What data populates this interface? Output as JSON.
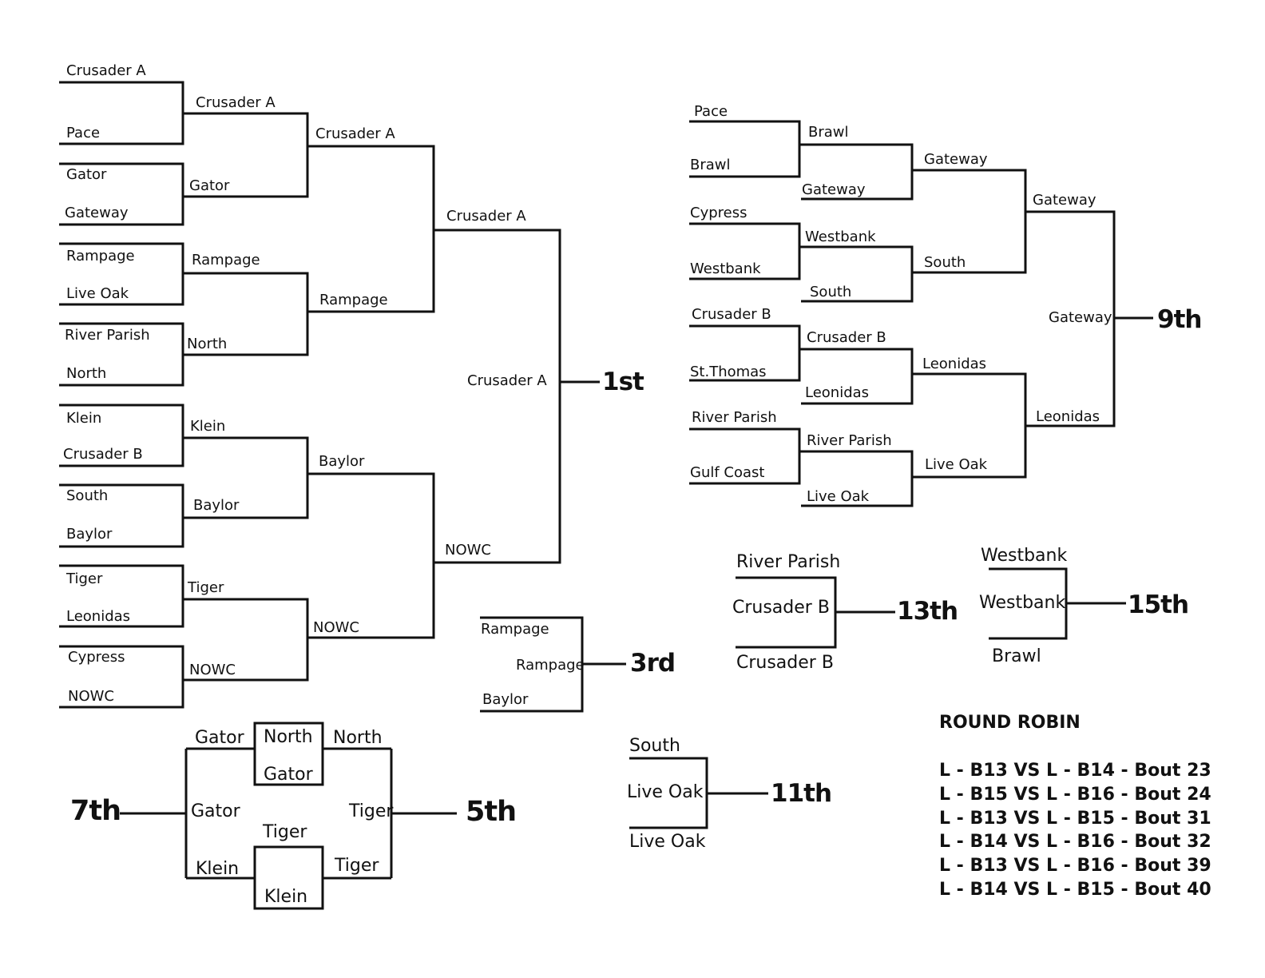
{
  "championship": {
    "r1": [
      "Crusader A",
      "Pace",
      "Gator",
      "Gateway",
      "Rampage",
      "Live Oak",
      "River Parish",
      "North",
      "Klein",
      "Crusader B",
      "South",
      "Baylor",
      "Tiger",
      "Leonidas",
      "Cypress",
      "NOWC"
    ],
    "r2": [
      "Crusader A",
      "Gator",
      "Rampage",
      "North",
      "Klein",
      "Baylor",
      "Tiger",
      "NOWC"
    ],
    "r3": [
      "Crusader A",
      "Rampage",
      "Baylor",
      "NOWC"
    ],
    "r4": [
      "Crusader A",
      "NOWC"
    ],
    "winner": "Crusader A",
    "place": "1st"
  },
  "third_place": {
    "teams": [
      "Rampage",
      "Baylor"
    ],
    "winner": "Rampage",
    "place": "3rd"
  },
  "consolation_9th": {
    "r1": [
      "Pace",
      "Brawl",
      "Cypress",
      "Westbank",
      "Crusader B",
      "St.Thomas",
      "River Parish",
      "Gulf Coast"
    ],
    "r1_byes": [
      "Gateway",
      "South",
      "Leonidas",
      "Live Oak"
    ],
    "r2": [
      "Brawl",
      "Gateway",
      "Westbank",
      "South",
      "Crusader B",
      "Leonidas",
      "River Parish",
      "Live Oak"
    ],
    "r3": [
      "Gateway",
      "South",
      "Leonidas",
      "Live Oak"
    ],
    "r4": [
      "Gateway",
      "Leonidas"
    ],
    "winner": "Gateway",
    "place": "9th"
  },
  "place_13th": {
    "teams": [
      "River Parish",
      "Crusader B"
    ],
    "winner": "Crusader B",
    "place": "13th"
  },
  "place_15th": {
    "teams": [
      "Westbank",
      "Brawl"
    ],
    "winner": "Westbank",
    "place": "15th"
  },
  "place_11th": {
    "teams": [
      "South",
      "Live Oak"
    ],
    "winner": "Live Oak",
    "place": "11th"
  },
  "place_5th_7th": {
    "top_left": "Gator",
    "top_box_1": "North",
    "top_box_2": "Gator",
    "top_right": "North",
    "mid_left": "Gator",
    "mid_right": "Tiger",
    "bottom_above": "Tiger",
    "bottom_left": "Klein",
    "bottom_box": "Klein",
    "bottom_right": "Tiger",
    "left_place": "7th",
    "right_place": "5th"
  },
  "round_robin": {
    "title": "ROUND ROBIN",
    "bouts": [
      "L - B13 VS L - B14 - Bout 23",
      "L - B15 VS L - B16 - Bout 24",
      "L - B13 VS L - B15 - Bout 31",
      "L - B14 VS L - B16 - Bout 32",
      "L - B13 VS L - B16 - Bout 39",
      "L - B14 VS L - B15 - Bout 40"
    ]
  }
}
